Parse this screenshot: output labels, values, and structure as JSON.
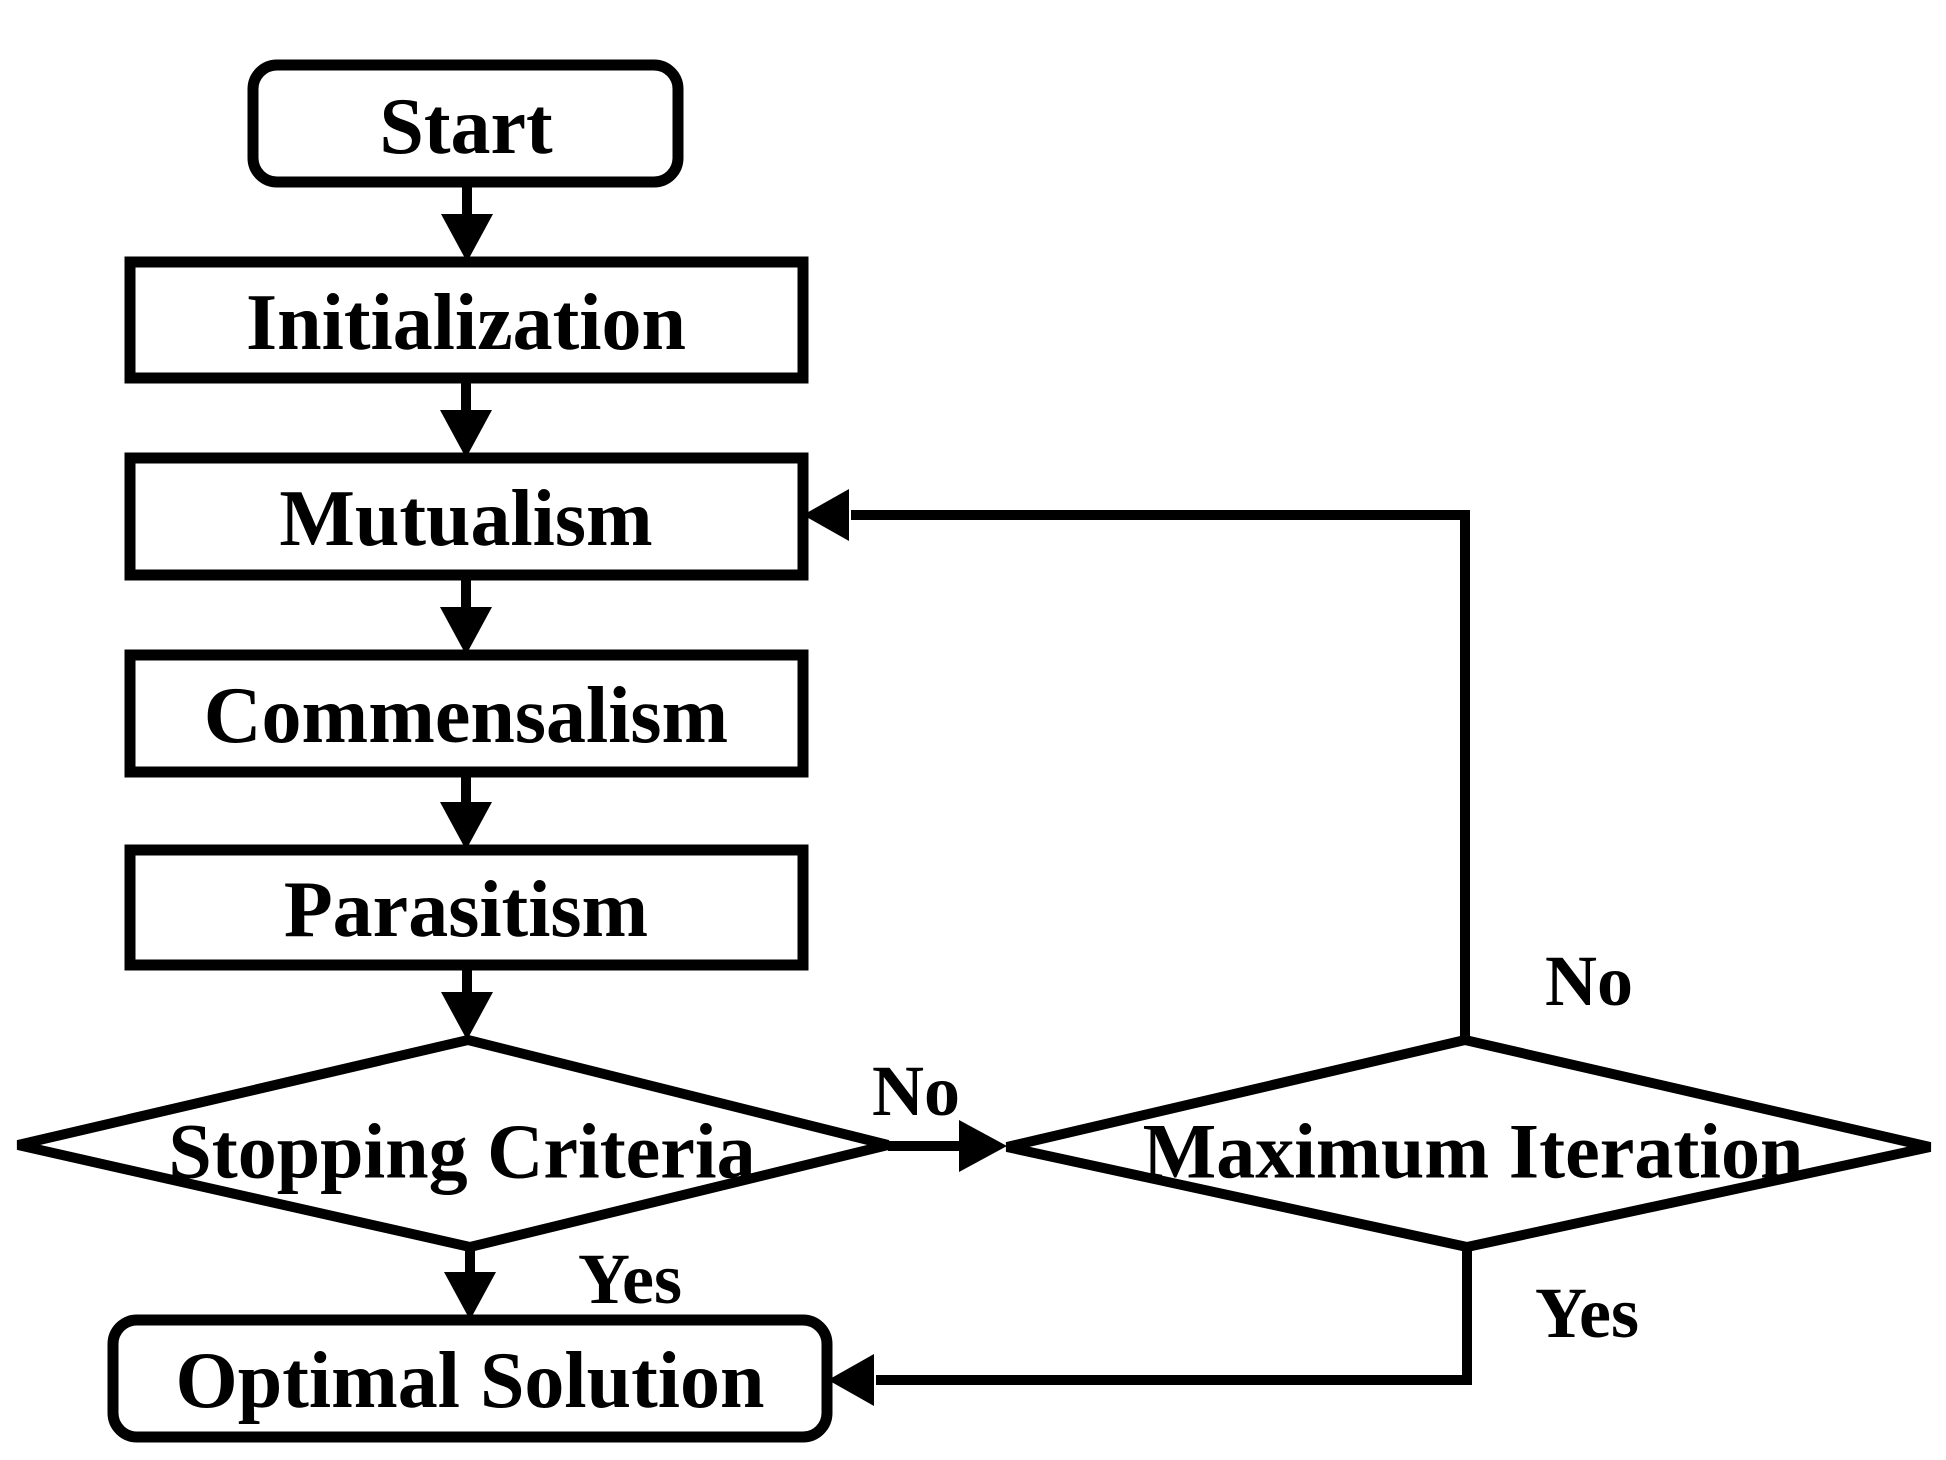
{
  "diagram": {
    "background_color": "#ffffff",
    "stroke_color": "#000000",
    "text_color": "#000000",
    "nodes": {
      "start": {
        "label": "Start",
        "type": "terminator"
      },
      "initialization": {
        "label": "Initialization",
        "type": "process"
      },
      "mutualism": {
        "label": "Mutualism",
        "type": "process"
      },
      "commensalism": {
        "label": "Commensalism",
        "type": "process"
      },
      "parasitism": {
        "label": "Parasitism",
        "type": "process"
      },
      "stopping_criteria": {
        "label": "Stopping Criteria",
        "type": "decision"
      },
      "maximum_iteration": {
        "label": "Maximum Iteration",
        "type": "decision"
      },
      "optimal_solution": {
        "label": "Optimal Solution",
        "type": "terminator"
      }
    },
    "edge_labels": {
      "stopping_no": "No",
      "stopping_yes": "Yes",
      "maximum_no": "No",
      "maximum_yes": "Yes"
    }
  }
}
